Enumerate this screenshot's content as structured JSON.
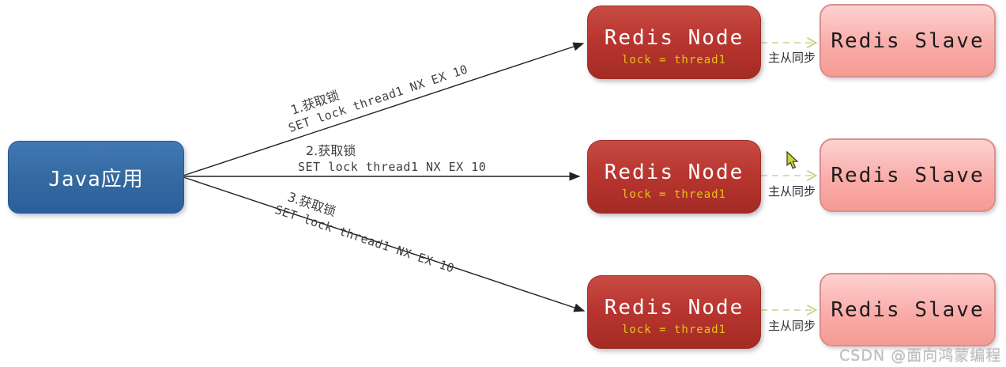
{
  "java_app": {
    "label": "Java应用"
  },
  "redis_nodes": [
    {
      "title": "Redis Node",
      "lock_value": "lock = thread1"
    },
    {
      "title": "Redis Node",
      "lock_value": "lock = thread1"
    },
    {
      "title": "Redis Node",
      "lock_value": "lock = thread1"
    }
  ],
  "redis_slaves": [
    {
      "title": "Redis Slave"
    },
    {
      "title": "Redis Slave"
    },
    {
      "title": "Redis Slave"
    }
  ],
  "lock_requests": [
    {
      "step": "1.获取锁",
      "command": "SET lock thread1 NX EX 10"
    },
    {
      "step": "2.获取锁",
      "command": "SET lock thread1 NX EX 10"
    },
    {
      "step": "3.获取锁",
      "command": "SET lock thread1 NX EX 10"
    }
  ],
  "replication": [
    {
      "label": "主从同步"
    },
    {
      "label": "主从同步"
    },
    {
      "label": "主从同步"
    }
  ],
  "watermark": "CSDN @面向鸿蒙编程",
  "colors": {
    "java_box": "#34699f",
    "redis_node": "#b93630",
    "redis_slave": "#f9a9a6",
    "lock_text": "#e7c31c",
    "arrow": "#222222",
    "sync_arrow": "#cfd18e"
  }
}
